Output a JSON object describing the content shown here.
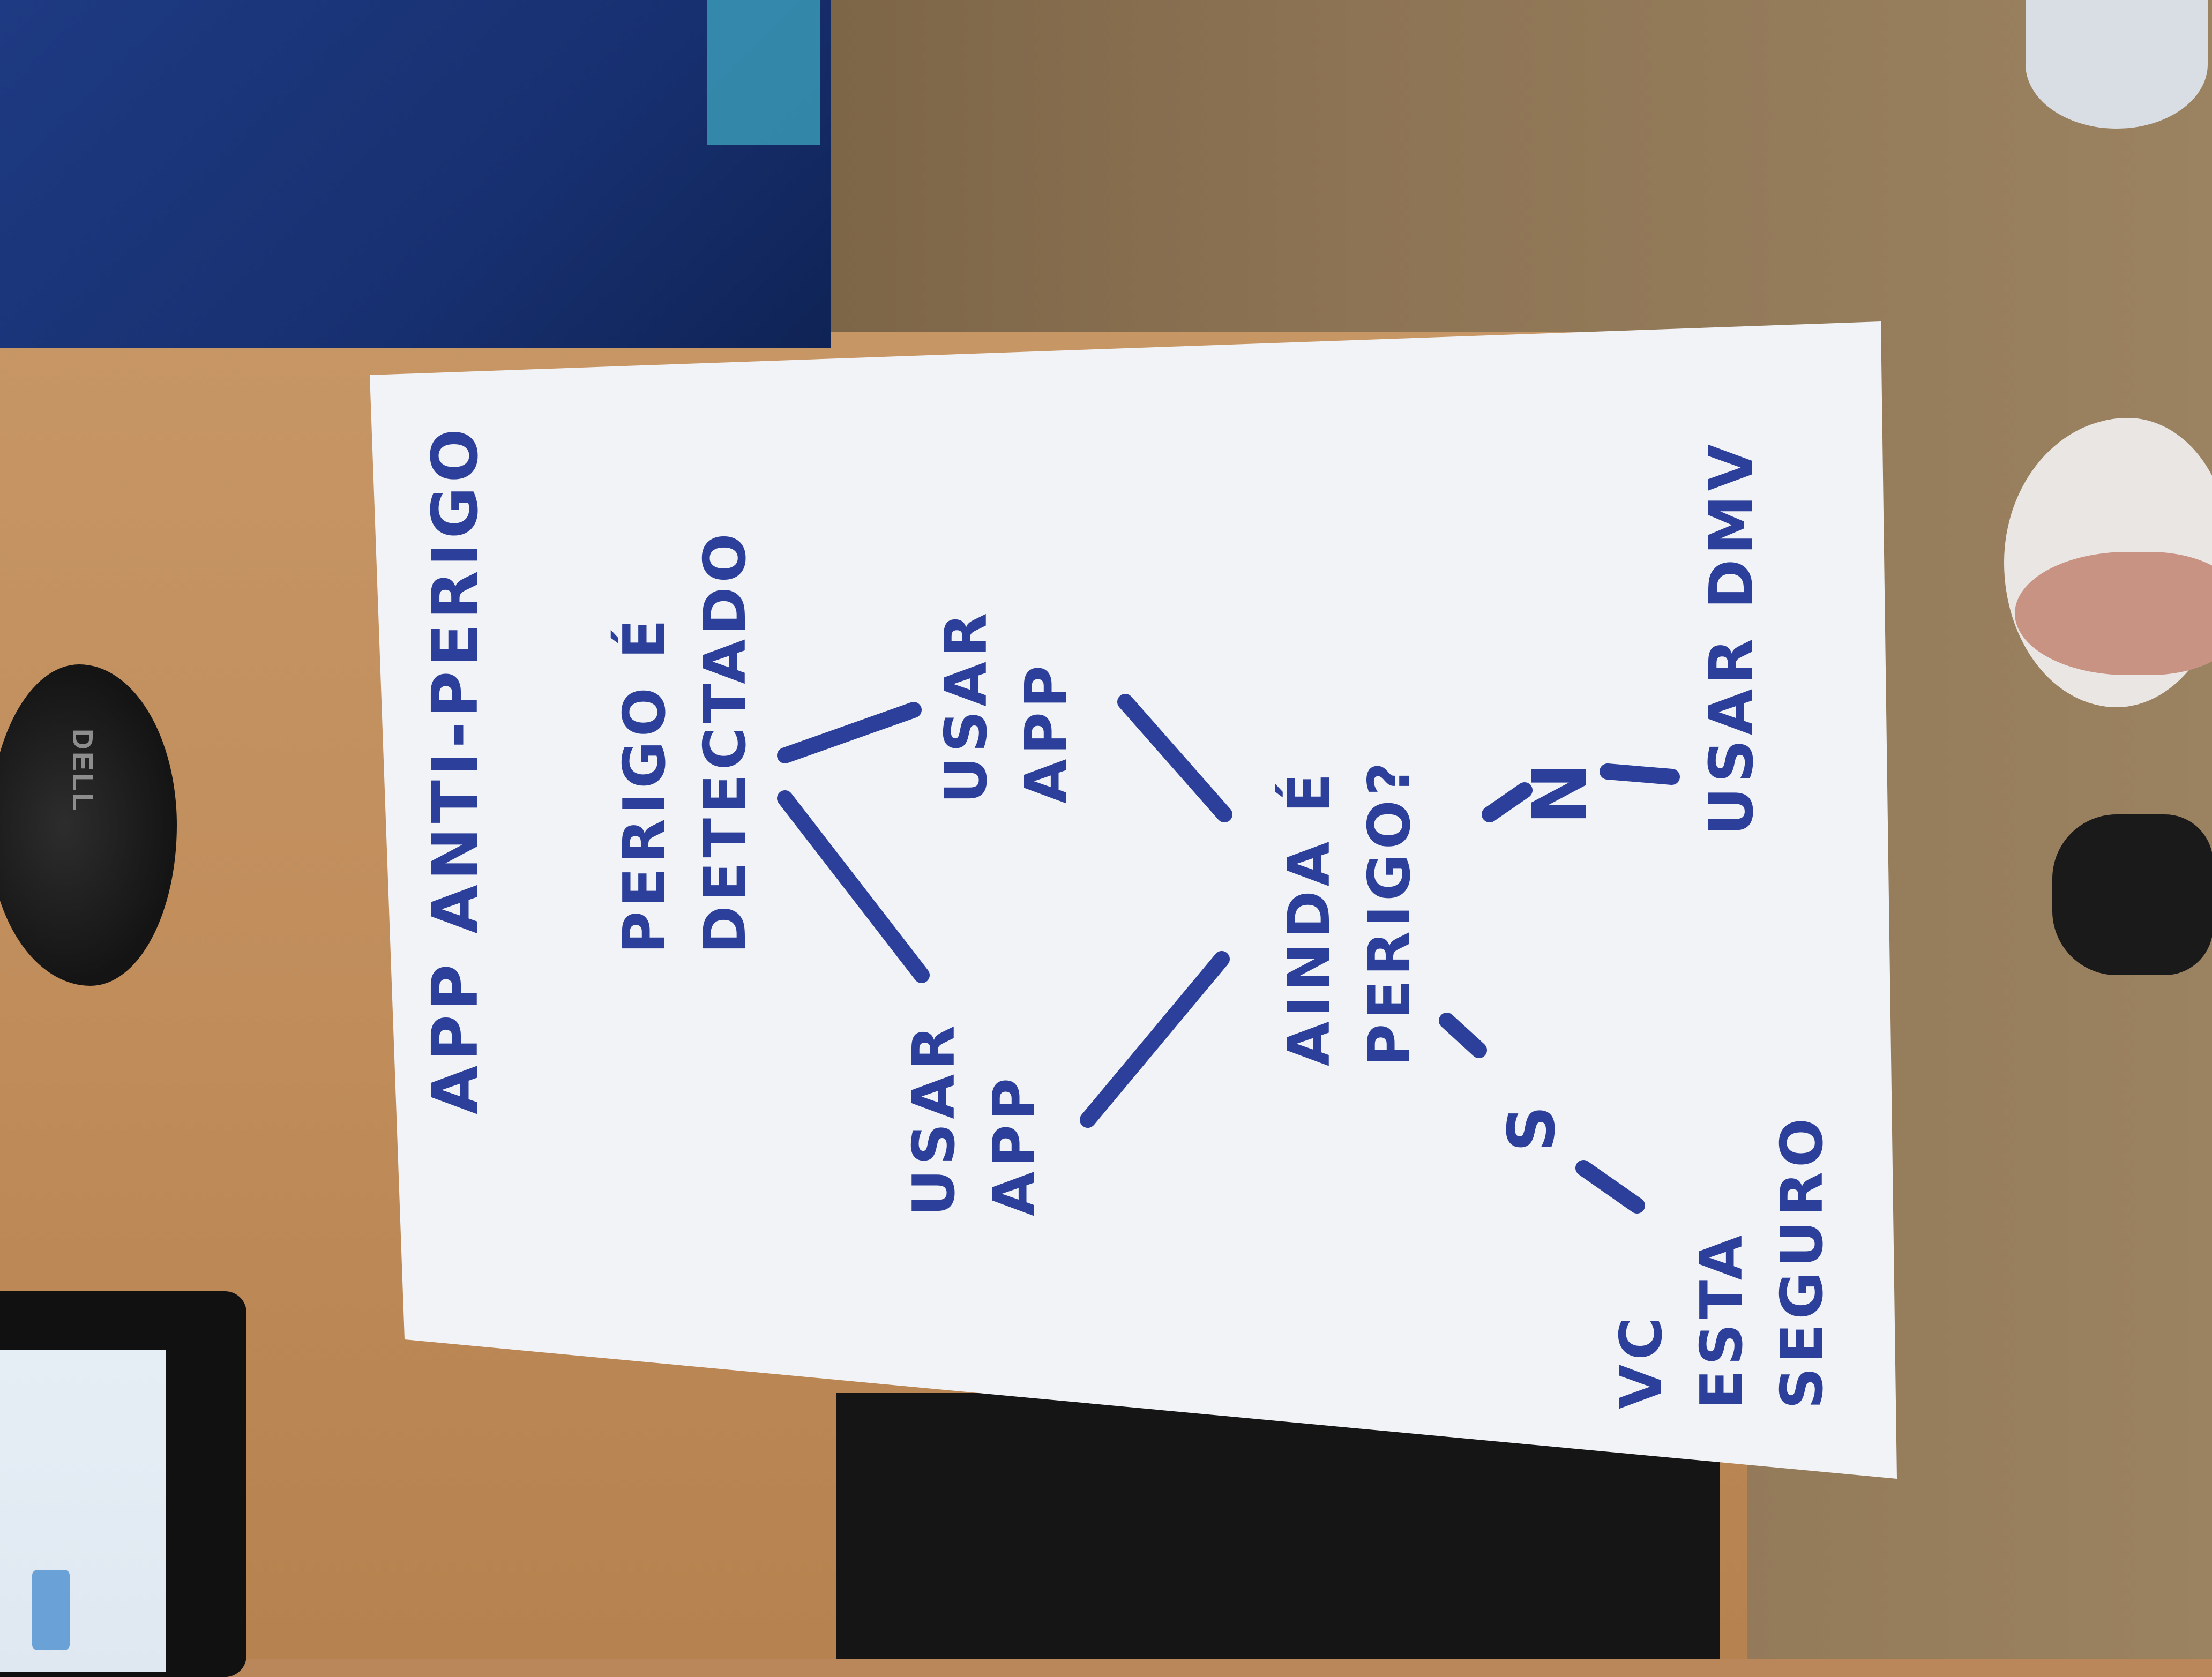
{
  "diagram": {
    "title": "APP ANTI-PERIGO",
    "nodes": {
      "start": "PERIGO É DETECTADO",
      "use_app_left": "USAR APP",
      "use_app_right": "USAR APP",
      "question": "AINDA É PERIGO?",
      "yes_label": "S",
      "no_label": "N",
      "safe": "VC ESTA SEGURO",
      "dmv": "USAR DMV"
    }
  },
  "scene": {
    "mouse_logo": "DELL"
  },
  "colors": {
    "ink": "#2c3f9a",
    "paper": "#f2f3f7",
    "desk": "#c08d5b"
  }
}
